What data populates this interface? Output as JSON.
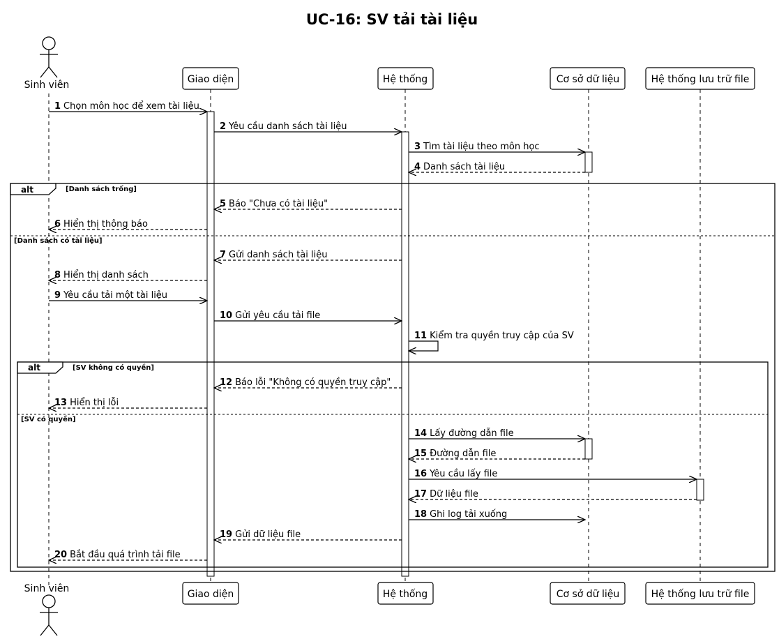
{
  "title": "UC-16: SV tải tài liệu",
  "participants": [
    {
      "id": "sv",
      "label": "Sinh viên",
      "kind": "actor"
    },
    {
      "id": "gd",
      "label": "Giao diện",
      "kind": "box"
    },
    {
      "id": "ht",
      "label": "Hệ thống",
      "kind": "box"
    },
    {
      "id": "db",
      "label": "Cơ sở dữ liệu",
      "kind": "box"
    },
    {
      "id": "fs",
      "label": "Hệ thống lưu trữ file",
      "kind": "box"
    }
  ],
  "messages": [
    {
      "num": "1",
      "text": "Chọn môn học để xem tài liệu",
      "from": "sv",
      "to": "gd",
      "style": "sync"
    },
    {
      "num": "2",
      "text": "Yêu cầu danh sách tài liệu",
      "from": "gd",
      "to": "ht",
      "style": "sync"
    },
    {
      "num": "3",
      "text": "Tìm tài liệu theo môn học",
      "from": "ht",
      "to": "db",
      "style": "sync"
    },
    {
      "num": "4",
      "text": "Danh sách tài liệu",
      "from": "db",
      "to": "ht",
      "style": "reply"
    },
    {
      "num": "5",
      "text": "Báo \"Chưa có tài liệu\"",
      "from": "ht",
      "to": "gd",
      "style": "reply"
    },
    {
      "num": "6",
      "text": "Hiển thị thông báo",
      "from": "gd",
      "to": "sv",
      "style": "reply"
    },
    {
      "num": "7",
      "text": "Gửi danh sách tài liệu",
      "from": "ht",
      "to": "gd",
      "style": "reply"
    },
    {
      "num": "8",
      "text": "Hiển thị danh sách",
      "from": "gd",
      "to": "sv",
      "style": "reply"
    },
    {
      "num": "9",
      "text": "Yêu cầu tải một tài liệu",
      "from": "sv",
      "to": "gd",
      "style": "sync"
    },
    {
      "num": "10",
      "text": "Gửi yêu cầu tải file",
      "from": "gd",
      "to": "ht",
      "style": "sync"
    },
    {
      "num": "11",
      "text": "Kiểm tra quyền truy cập của SV",
      "from": "ht",
      "to": "ht",
      "style": "self"
    },
    {
      "num": "12",
      "text": "Báo lỗi \"Không có quyền truy cập\"",
      "from": "ht",
      "to": "gd",
      "style": "reply"
    },
    {
      "num": "13",
      "text": "Hiển thị lỗi",
      "from": "gd",
      "to": "sv",
      "style": "reply"
    },
    {
      "num": "14",
      "text": "Lấy đường dẫn file",
      "from": "ht",
      "to": "db",
      "style": "sync"
    },
    {
      "num": "15",
      "text": "Đường dẫn file",
      "from": "db",
      "to": "ht",
      "style": "reply"
    },
    {
      "num": "16",
      "text": "Yêu cầu lấy file",
      "from": "ht",
      "to": "fs",
      "style": "sync"
    },
    {
      "num": "17",
      "text": "Dữ liệu file",
      "from": "fs",
      "to": "ht",
      "style": "reply"
    },
    {
      "num": "18",
      "text": "Ghi log tải xuống",
      "from": "ht",
      "to": "db",
      "style": "sync"
    },
    {
      "num": "19",
      "text": "Gửi dữ liệu file",
      "from": "ht",
      "to": "gd",
      "style": "reply"
    },
    {
      "num": "20",
      "text": "Bắt đầu quá trình tải file",
      "from": "gd",
      "to": "sv",
      "style": "reply"
    }
  ],
  "fragments": [
    {
      "keyword": "alt",
      "guards": [
        "[Danh sách trống]",
        "[Danh sách có tài liệu]"
      ]
    },
    {
      "keyword": "alt",
      "guards": [
        "[SV không có quyền]",
        "[SV có quyền]"
      ]
    }
  ]
}
